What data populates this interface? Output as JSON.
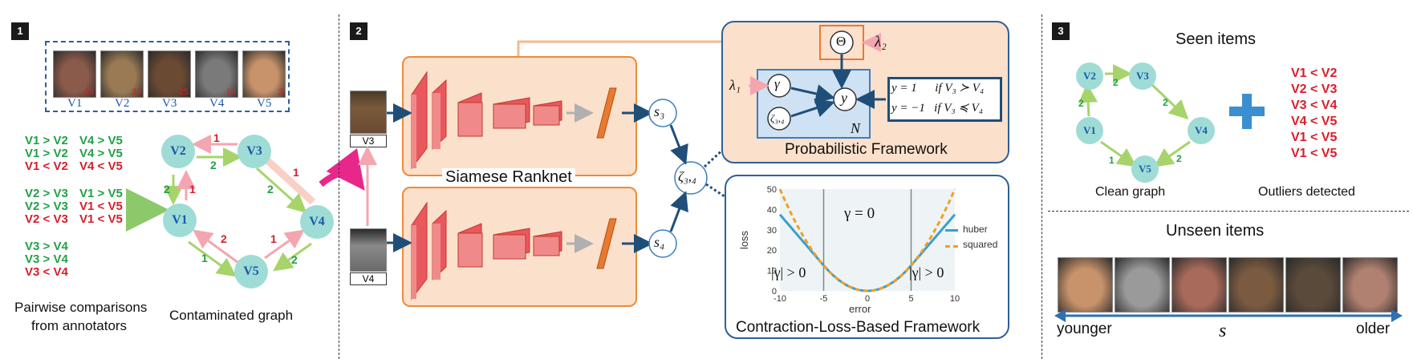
{
  "panel1": {
    "badge": "1",
    "faces": [
      {
        "v": "V1",
        "age": "46",
        "tone": "#8a5a4a"
      },
      {
        "v": "V2",
        "age": "33",
        "tone": "#9a7a55"
      },
      {
        "v": "V3",
        "age": "25",
        "tone": "#6b4a33"
      },
      {
        "v": "V4",
        "age": "10",
        "tone": "#7a7a7a"
      },
      {
        "v": "V5",
        "age": "2",
        "tone": "#c8926a"
      }
    ],
    "comparisons_col1": [
      {
        "text": "V1 > V2",
        "ok": true
      },
      {
        "text": "V1 > V2",
        "ok": true
      },
      {
        "text": "V1 < V2",
        "ok": false
      },
      {
        "text": "V2 > V3",
        "ok": true
      },
      {
        "text": "V2 > V3",
        "ok": true
      },
      {
        "text": "V2 < V3",
        "ok": false
      },
      {
        "text": "V3 > V4",
        "ok": true
      },
      {
        "text": "V3 > V4",
        "ok": true
      },
      {
        "text": "V3 < V4",
        "ok": false
      }
    ],
    "comparisons_col2": [
      {
        "text": "V4 > V5",
        "ok": true
      },
      {
        "text": "V4 > V5",
        "ok": true
      },
      {
        "text": "V4 < V5",
        "ok": false
      },
      {
        "text": "V1 > V5",
        "ok": true
      },
      {
        "text": "V1 < V5",
        "ok": false
      },
      {
        "text": "V1 < V5",
        "ok": false
      }
    ],
    "caption_left_1": "Pairwise comparisons",
    "caption_left_2": "from annotators",
    "caption_right": "Contaminated graph",
    "nodes": [
      "V2",
      "V3",
      "V1",
      "V4",
      "V5"
    ],
    "edge_labels": {
      "v2v3_red": "1",
      "v2v3_green": "2",
      "v1v2_green": "2",
      "v1v2_red": "1",
      "v3v4_green": "2",
      "v3v4_red": "1",
      "v1v5_red": "2",
      "v1v5_green": "1",
      "v5v4_red": "1",
      "v5v4_green": "2"
    }
  },
  "panel2": {
    "badge": "2",
    "input_top": "V3",
    "input_bottom": "V4",
    "net_title": "Siamese Ranknet",
    "s_top": "s₃",
    "s_bottom": "s₄",
    "zeta": "ζ₃,₄",
    "prob_title": "Probabilistic Framework",
    "theta": "Θ",
    "lambda2": "λ₂",
    "lambda1": "λ₁",
    "gamma": "γ",
    "zeta_node": "ζ₃,₄",
    "y_node": "y",
    "N": "N",
    "rule1": "y = 1      if V₃ ≻ V₄",
    "rule2": "y = −1   if V₃ ≼ V₄",
    "loss_title": "Contraction-Loss-Based Framework",
    "gamma0": "γ = 0",
    "gamma_left": "|γ| > 0",
    "gamma_right": "|γ| > 0",
    "xlabel": "error",
    "ylabel": "loss",
    "legend_huber": "huber",
    "legend_squared": "squared"
  },
  "chart_data": {
    "type": "line",
    "xlabel": "error",
    "ylabel": "loss",
    "xlim": [
      -10,
      10
    ],
    "ylim": [
      0,
      50
    ],
    "xticks": [
      -10,
      -5,
      0,
      5,
      10
    ],
    "yticks": [
      0,
      10,
      20,
      30,
      40,
      50
    ],
    "vlines": [
      -5,
      5
    ],
    "series": [
      {
        "name": "huber",
        "color": "#3a9fd0",
        "function": "huber",
        "delta": 5
      },
      {
        "name": "squared",
        "color": "#f0a020",
        "function": "squared",
        "scale": 0.5
      }
    ]
  },
  "panel3": {
    "badge": "3",
    "seen_title": "Seen items",
    "clean_graph": "Clean graph",
    "outliers_detected": "Outliers detected",
    "outliers": [
      "V1 < V2",
      "V2 < V3",
      "V3 < V4",
      "V4 < V5",
      "V1 < V5",
      "V1 < V5"
    ],
    "nodes": [
      "V2",
      "V3",
      "V1",
      "V4",
      "V5"
    ],
    "edge_labels": [
      "2",
      "2",
      "2",
      "2",
      "1"
    ],
    "unseen_title": "Unseen items",
    "younger": "younger",
    "older": "older",
    "s": "s",
    "unseen_faces": [
      "#c8926a",
      "#9a9a9a",
      "#a86a5a",
      "#7a5a40",
      "#5a4a3a",
      "#b08070"
    ]
  }
}
